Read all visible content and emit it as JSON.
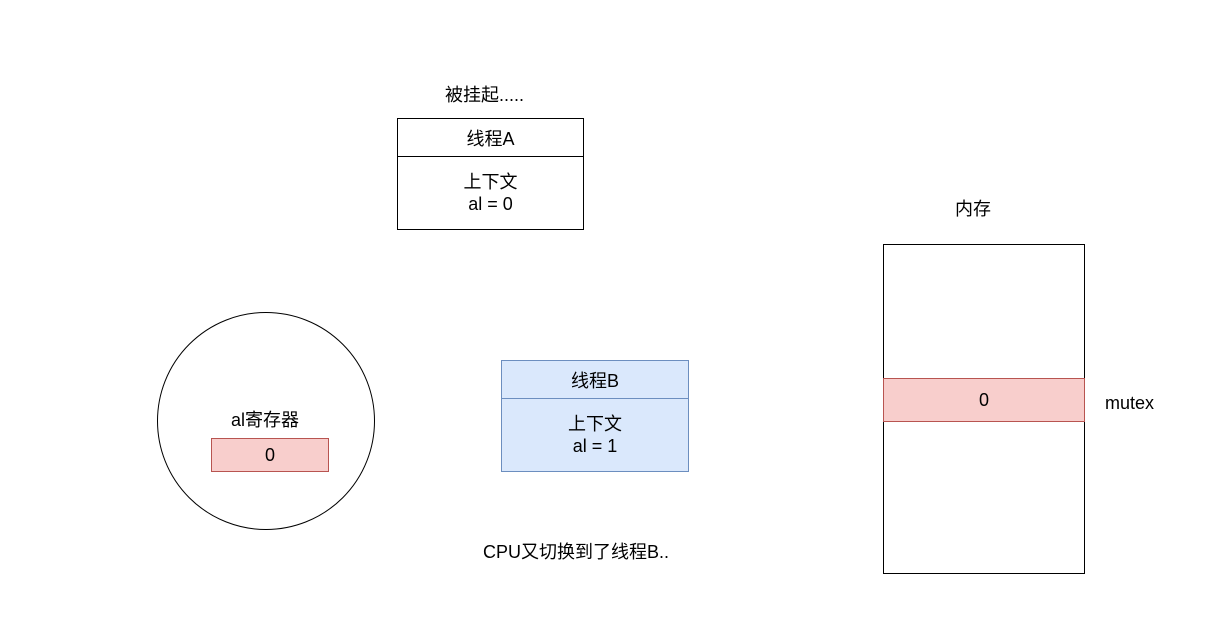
{
  "thread_a": {
    "status": "被挂起.....",
    "title": "线程A",
    "context_label": "上下文",
    "context_value": "al = 0"
  },
  "thread_b": {
    "title": "线程B",
    "context_label": "上下文",
    "context_value": "al = 1"
  },
  "register": {
    "label": "al寄存器",
    "value": "0"
  },
  "memory": {
    "label": "内存",
    "cell_value": "0",
    "cell_name": "mutex"
  },
  "caption": "CPU又切换到了线程B..",
  "colors": {
    "highlight_fill": "#f8cecc",
    "highlight_stroke": "#b85450",
    "active_fill": "#dae8fc",
    "active_stroke": "#6c8ebf"
  }
}
